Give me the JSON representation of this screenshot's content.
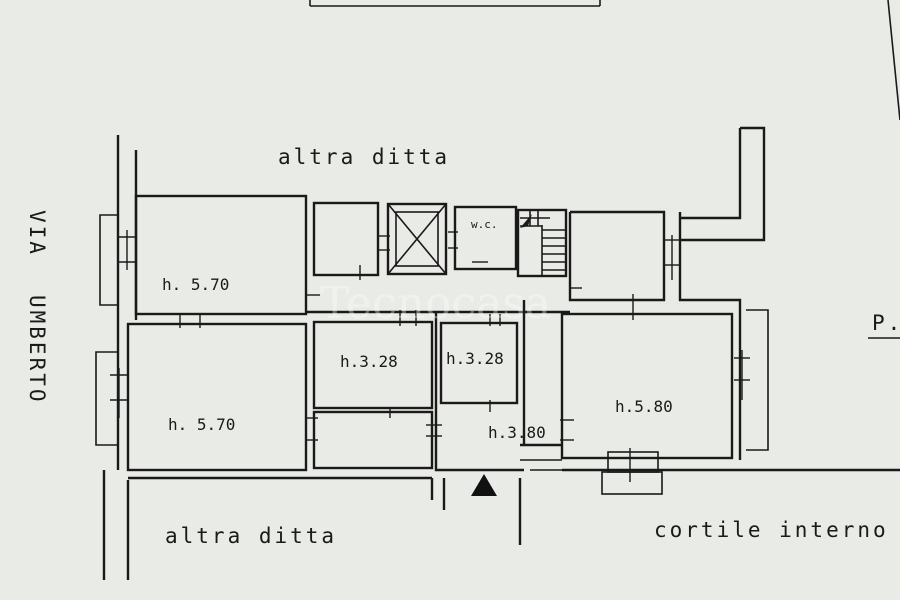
{
  "labels": {
    "top_neighbor": "altra ditta",
    "bottom_neighbor": "altra ditta",
    "courtyard": "cortile interno",
    "street_via": "VIA",
    "street_name": "UMBERTO",
    "floor_marker": "P."
  },
  "rooms": [
    {
      "id": "room-top-left",
      "height": "h. 5.70"
    },
    {
      "id": "room-bottom-left",
      "height": "h. 5.70"
    },
    {
      "id": "room-middle-a",
      "height": "h.3.28"
    },
    {
      "id": "room-middle-b",
      "height": "h.3.28"
    },
    {
      "id": "corridor",
      "height": "h.3.80"
    },
    {
      "id": "room-right",
      "height": "h.5.80"
    },
    {
      "id": "wc",
      "height": "w.c."
    }
  ],
  "watermark": "Tecnocasa"
}
